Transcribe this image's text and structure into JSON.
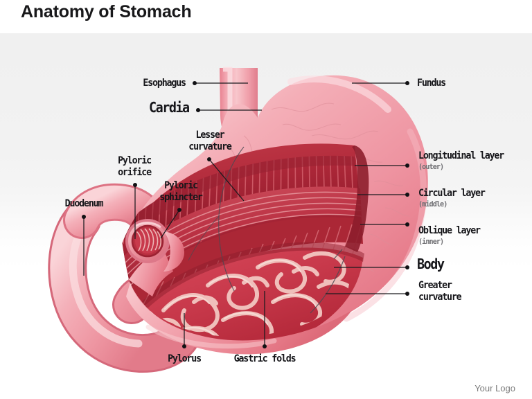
{
  "header": {
    "title": "Anatomy of Stomach"
  },
  "footer": {
    "logo": "Your Logo"
  },
  "diagram": {
    "subject": "stomach",
    "labels": {
      "esophagus": "Esophagus",
      "cardia": "Cardia",
      "lesser_curvature_line1": "Lesser",
      "lesser_curvature_line2": "curvature",
      "pyloric_orifice_line1": "Pyloric",
      "pyloric_orifice_line2": "orifice",
      "pyloric_sphincter_line1": "Pyloric",
      "pyloric_sphincter_line2": "sphincter",
      "duodenum": "Duodenum",
      "pylorus": "Pylorus",
      "gastric_folds": "Gastric folds",
      "fundus": "Fundus",
      "longitudinal_layer": "Longitudinal layer",
      "longitudinal_layer_sub": "(outer)",
      "circular_layer": "Circular layer",
      "circular_layer_sub": "(middle)",
      "oblique_layer": "Oblique layer",
      "oblique_layer_sub": "(inner)",
      "body": "Body",
      "greater_curvature_line1": "Greater",
      "greater_curvature_line2": "curvature"
    },
    "colors": {
      "stomach_outer_light": "#f7bec5",
      "stomach_outer_mid": "#ef97a3",
      "stomach_outer_deep": "#e2727f",
      "muscle_red": "#b0293a",
      "muscle_red_dark": "#8f1f2d",
      "muscle_stripe_light": "#d9616d",
      "mucosa_red": "#c43344",
      "rugae_pale": "#f2c9c4",
      "duodenum_pink": "#f0a5ad",
      "leader_line": "#1a1a1e",
      "label_text": "#16161a",
      "sub_label_text": "#6f6f73",
      "title_text": "#18181a",
      "logo_text": "#7b7b7b",
      "background_top": "#f0f0f0",
      "background_bottom": "#ffffff"
    }
  }
}
